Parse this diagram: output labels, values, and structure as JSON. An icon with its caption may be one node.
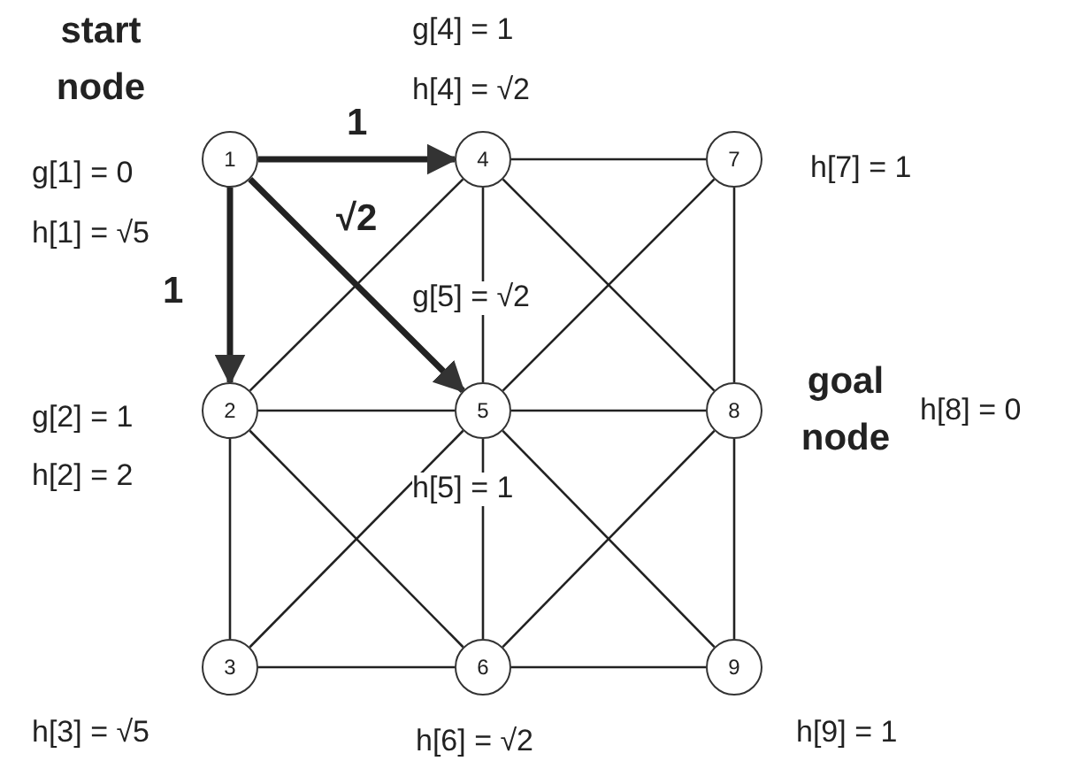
{
  "diagram": {
    "nodes": [
      {
        "text": [
          "1"
        ],
        "beside": [
          "start node",
          "g[1] = 0",
          "h[1] = √5"
        ]
      },
      {
        "text": [
          "2"
        ],
        "beside": [
          "g[2] = 1",
          "h[2] = 2"
        ]
      },
      {
        "text": [
          "3"
        ],
        "beside": [
          "h[3] = √5"
        ]
      },
      {
        "text": [
          "4"
        ],
        "beside": [
          "g[4] = 1",
          "h[4] = √2"
        ]
      },
      {
        "text": [
          "5"
        ],
        "beside": [
          "g[5] = √2",
          "h[5] = 1"
        ]
      },
      {
        "text": [
          "6"
        ],
        "beside": [
          "h[6] = √2"
        ]
      },
      {
        "text": [
          "7"
        ],
        "beside": [
          "h[7] = 1"
        ]
      },
      {
        "text": [
          "8"
        ],
        "beside": [
          "goal node",
          "h[8] = 0"
        ]
      },
      {
        "text": [
          "9"
        ],
        "beside": [
          "h[9] = 1"
        ]
      }
    ],
    "edges": [
      {
        "from": 0,
        "to": 3,
        "arrow": "to",
        "label": "1",
        "style": "thick"
      },
      {
        "from": 0,
        "to": 4,
        "arrow": "to",
        "label": "√2",
        "style": "thick"
      },
      {
        "from": 0,
        "to": 1,
        "arrow": "to",
        "label": "1",
        "style": "thick"
      },
      {
        "from": 3,
        "to": 6,
        "arrow": "none"
      },
      {
        "from": 3,
        "to": 1,
        "arrow": "none"
      },
      {
        "from": 3,
        "to": 4,
        "arrow": "none"
      },
      {
        "from": 3,
        "to": 7,
        "arrow": "none"
      },
      {
        "from": 6,
        "to": 4,
        "arrow": "none"
      },
      {
        "from": 6,
        "to": 7,
        "arrow": "none"
      },
      {
        "from": 1,
        "to": 4,
        "arrow": "none"
      },
      {
        "from": 4,
        "to": 7,
        "arrow": "none"
      },
      {
        "from": 1,
        "to": 2,
        "arrow": "none"
      },
      {
        "from": 1,
        "to": 5,
        "arrow": "none"
      },
      {
        "from": 4,
        "to": 2,
        "arrow": "none"
      },
      {
        "from": 4,
        "to": 5,
        "arrow": "none"
      },
      {
        "from": 4,
        "to": 8,
        "arrow": "none"
      },
      {
        "from": 7,
        "to": 5,
        "arrow": "none"
      },
      {
        "from": 7,
        "to": 8,
        "arrow": "none"
      },
      {
        "from": 2,
        "to": 5,
        "arrow": "none"
      },
      {
        "from": 5,
        "to": 8,
        "arrow": "none"
      }
    ]
  }
}
